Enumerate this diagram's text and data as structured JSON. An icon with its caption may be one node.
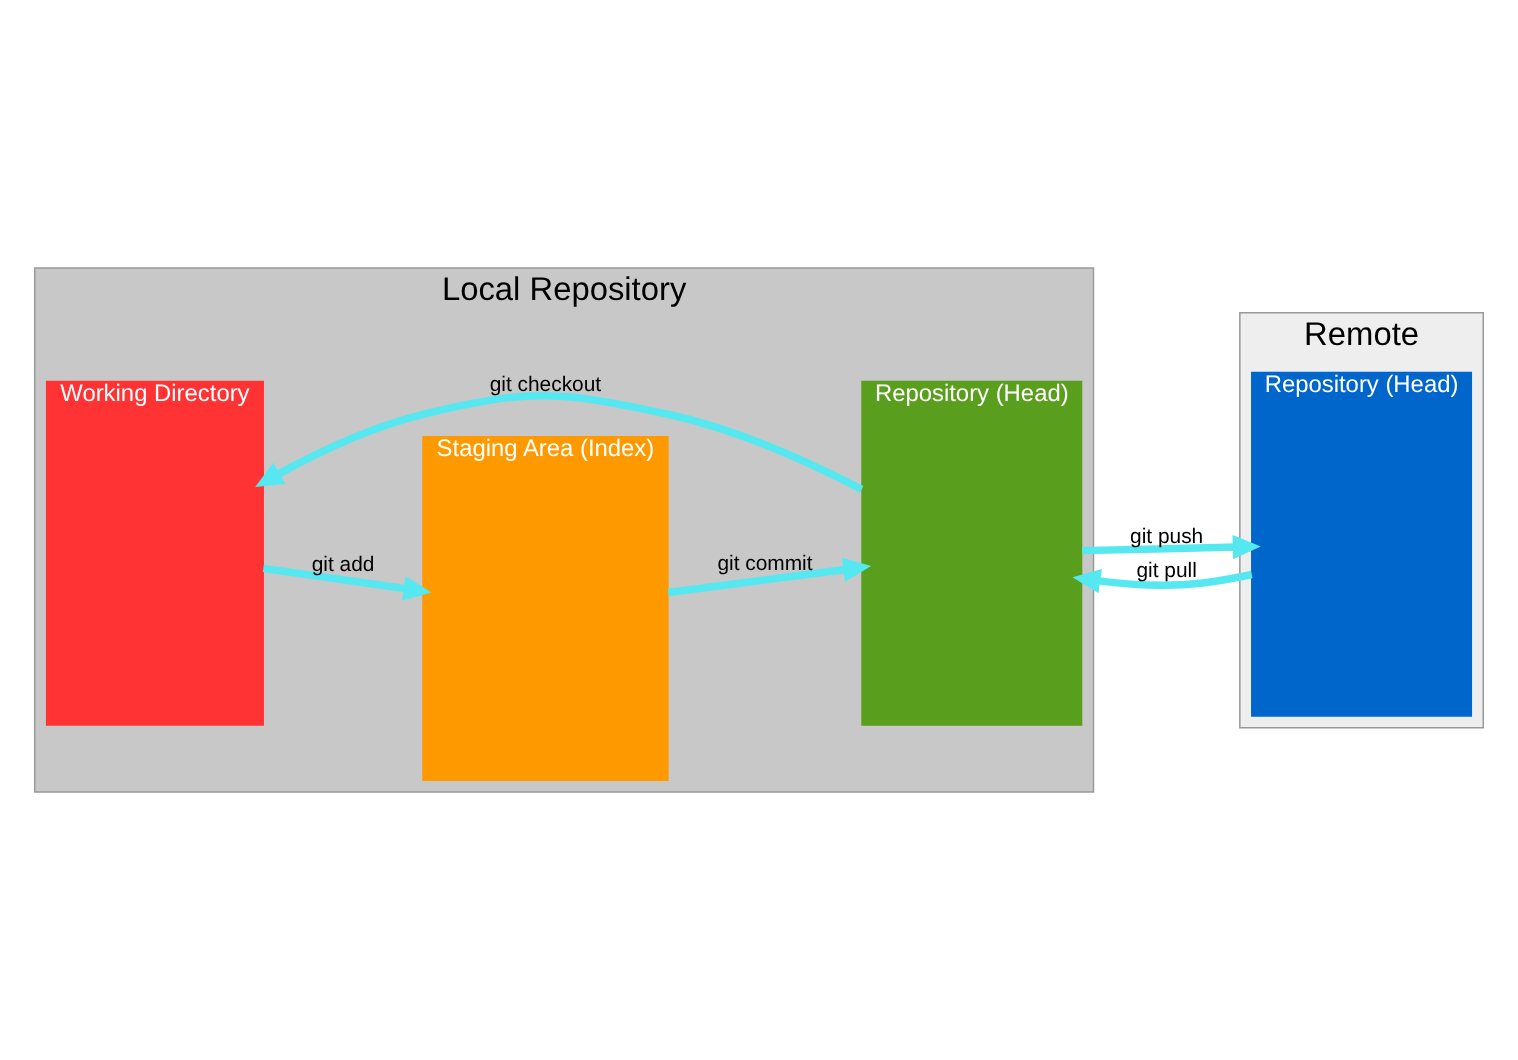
{
  "diagram": {
    "nodes": [
      {
        "text": [
          "Local Repository"
        ]
      },
      {
        "text": [
          "Working Directory"
        ],
        "in": 0
      },
      {
        "text": [
          "Staging Area (Index)"
        ],
        "in": 0
      },
      {
        "text": [
          "Repository (Head)"
        ],
        "in": 0
      },
      {
        "text": [
          "Remote"
        ]
      },
      {
        "text": [
          "Repository (Head)"
        ],
        "in": 4
      }
    ],
    "edges": [
      {
        "from": 1,
        "to": 2,
        "arrow": "to",
        "label": "git add"
      },
      {
        "from": 2,
        "to": 3,
        "arrow": "to",
        "label": "git commit"
      },
      {
        "from": 3,
        "to": 5,
        "arrow": "to",
        "label": "git push"
      },
      {
        "from": 3,
        "to": 1,
        "arrow": "to",
        "label": "git checkout"
      },
      {
        "from": 5,
        "to": 3,
        "arrow": "to",
        "label": "git pull"
      }
    ]
  }
}
